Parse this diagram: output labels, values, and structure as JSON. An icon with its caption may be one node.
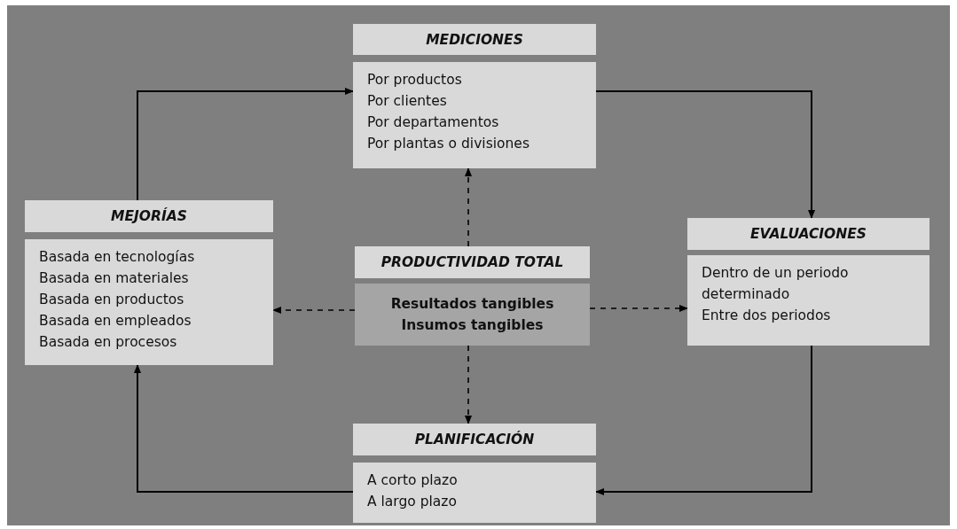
{
  "diagram": {
    "nodes": [
      {
        "text": [
          "MEDICIONES"
        ]
      },
      {
        "text": [
          "Por productos",
          "Por clientes",
          "Por departamentos",
          "Por plantas o divisiones"
        ]
      },
      {
        "text": [
          "MEJORÍAS"
        ]
      },
      {
        "text": [
          "Basada en tecnologías",
          "Basada en materiales",
          "Basada en productos",
          "Basada en empleados",
          "Basada en procesos"
        ]
      },
      {
        "text": [
          "PRODUCTIVIDAD TOTAL"
        ]
      },
      {
        "text": [
          "Resultados tangibles",
          "Insumos tangibles"
        ]
      },
      {
        "text": [
          "EVALUACIONES"
        ]
      },
      {
        "text": [
          "Dentro de un periodo determinado",
          "Entre dos periodos"
        ]
      },
      {
        "text": [
          "PLANIFICACIÓN"
        ]
      },
      {
        "text": [
          "A corto plazo",
          "A largo plazo"
        ]
      }
    ],
    "edges": [
      {
        "from": 2,
        "to": 1,
        "arrow": "to"
      },
      {
        "from": 1,
        "to": 6,
        "arrow": "to"
      },
      {
        "from": 7,
        "to": 9,
        "arrow": "to"
      },
      {
        "from": 9,
        "to": 3,
        "arrow": "to"
      },
      {
        "from": 4,
        "to": 1,
        "arrow": "to",
        "style": "dashed"
      },
      {
        "from": 5,
        "to": 3,
        "arrow": "to",
        "style": "dashed"
      },
      {
        "from": 5,
        "to": 7,
        "arrow": "to",
        "style": "dashed"
      },
      {
        "from": 5,
        "to": 8,
        "arrow": "to",
        "style": "dashed"
      }
    ]
  }
}
